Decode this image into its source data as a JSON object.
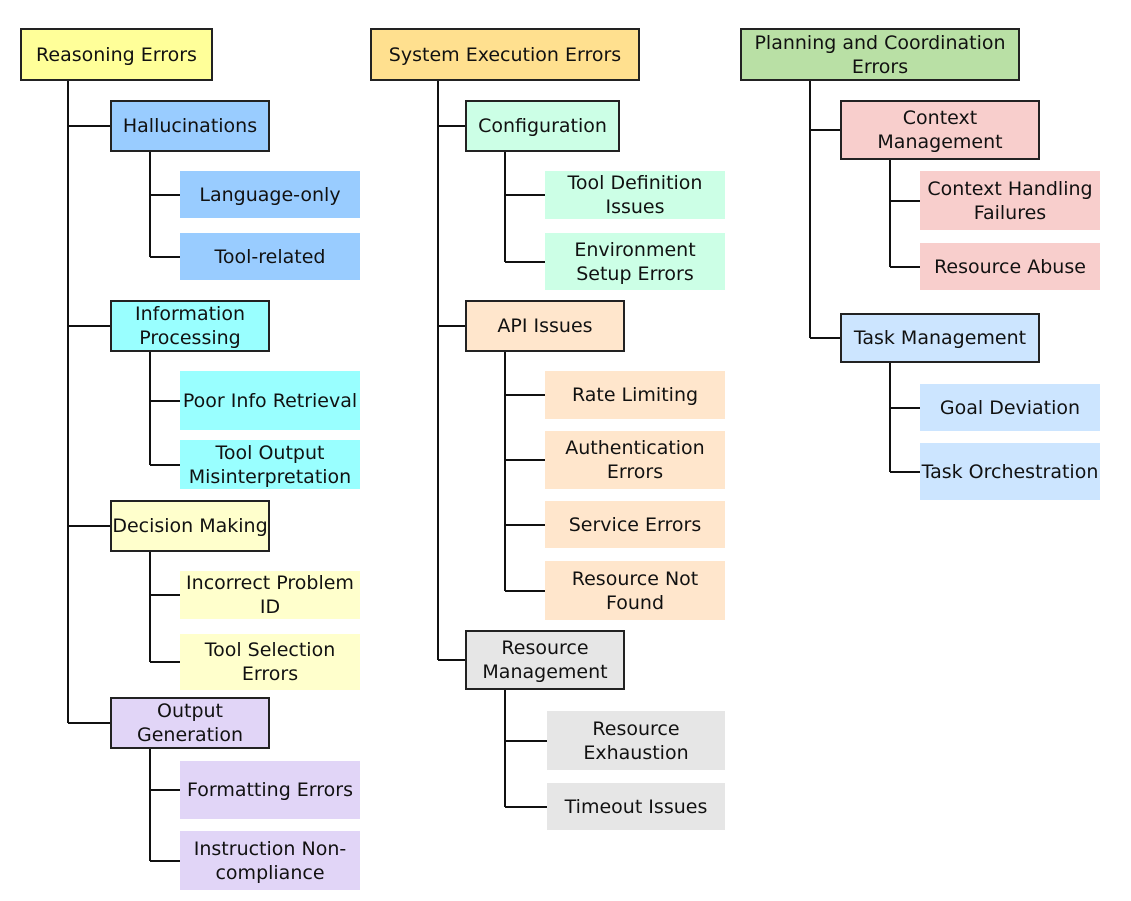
{
  "colors": {
    "yellow": "#ffff99",
    "orange_header": "#ffe08f",
    "green_header": "#b9e0a5",
    "blue": "#99ccff",
    "cyan": "#99ffff",
    "light_yellow": "#ffffcc",
    "purple": "#e1d5f7",
    "mint": "#ccffe6",
    "peach": "#ffe6cc",
    "gray": "#e6e6e6",
    "pink": "#f8cecc",
    "light_blue": "#cce5ff",
    "connector": "#111111"
  },
  "columns": [
    {
      "title": "Reasoning Errors",
      "groups": [
        {
          "label": "Hallucinations",
          "items": [
            "Language-only",
            "Tool-related"
          ]
        },
        {
          "label": "Information Processing",
          "items": [
            "Poor Info Retrieval",
            "Tool Output Misinterpretation"
          ]
        },
        {
          "label": "Decision Making",
          "items": [
            "Incorrect Problem ID",
            "Tool Selection Errors"
          ]
        },
        {
          "label": "Output Generation",
          "items": [
            "Formatting Errors",
            "Instruction Non-compliance"
          ]
        }
      ]
    },
    {
      "title": "System Execution Errors",
      "groups": [
        {
          "label": "Configuration",
          "items": [
            "Tool Definition Issues",
            "Environment Setup Errors"
          ]
        },
        {
          "label": "API Issues",
          "items": [
            "Rate Limiting",
            "Authentication Errors",
            "Service Errors",
            "Resource Not Found"
          ]
        },
        {
          "label": "Resource Management",
          "items": [
            "Resource Exhaustion",
            "Timeout Issues"
          ]
        }
      ]
    },
    {
      "title": "Planning and Coordination Errors",
      "groups": [
        {
          "label": "Context Management",
          "items": [
            "Context Handling Failures",
            "Resource Abuse"
          ]
        },
        {
          "label": "Task Management",
          "items": [
            "Goal Deviation",
            "Task Orchestration"
          ]
        }
      ]
    }
  ]
}
